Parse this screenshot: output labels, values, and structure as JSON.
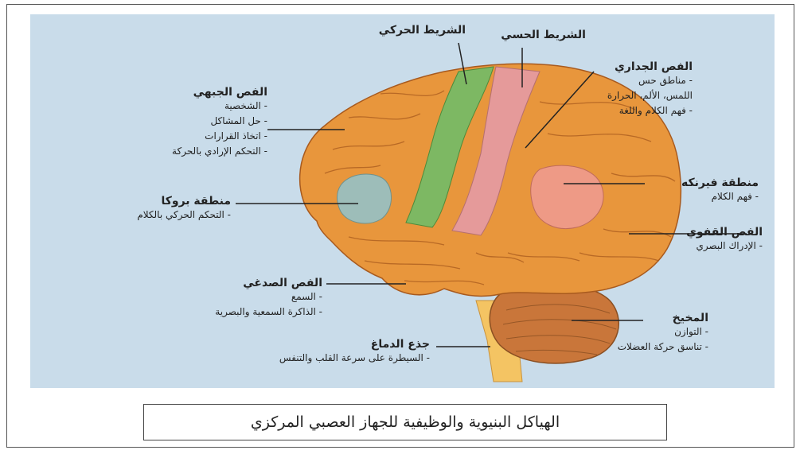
{
  "caption": "الهياكل البنيوية والوظيفية للجهاز العصبي المركزي",
  "labels": {
    "motor_strip": {
      "title": "الشريط الحركي"
    },
    "sensory_strip": {
      "title": "الشريط الحسي"
    },
    "parietal": {
      "title": "الفص الجداري",
      "items": [
        "- مناطق حس",
        "اللمس، الألم، الحرارة",
        "- فهم الكلام واللغة"
      ]
    },
    "frontal": {
      "title": "الفص الجبهي",
      "items": [
        "- الشخصية",
        "- حل المشاكل",
        "- اتخاذ القرارات",
        "- التحكم الإرادي بالحركة"
      ]
    },
    "wernicke": {
      "title": "منطقة فيرنكه",
      "items": [
        "- فهم الكلام"
      ]
    },
    "broca": {
      "title": "منطقة بروكا",
      "items": [
        "- التحكم الحركي بالكلام"
      ]
    },
    "occipital": {
      "title": "الفص القفوي",
      "items": [
        "- الإدراك البصري"
      ]
    },
    "temporal": {
      "title": "الفص الصدغي",
      "items": [
        "- السمع",
        "- الذاكرة السمعية والبصرية"
      ]
    },
    "cerebellum": {
      "title": "المخيخ",
      "items": [
        "- التوازن",
        "- تناسق حركة العضلات"
      ]
    },
    "brainstem": {
      "title": "جذع الدماغ",
      "items": [
        "- السيطرة على سرعة القلب والتنفس"
      ]
    }
  },
  "colors": {
    "background": "#c9dcea",
    "cortex": "#e8963c",
    "motor_strip": "#7db863",
    "sensory_strip": "#e59a9a",
    "broca": "#9dbdb9",
    "wernicke": "#ee9a86",
    "cerebellum": "#c9763a",
    "brainstem": "#f4c463"
  }
}
